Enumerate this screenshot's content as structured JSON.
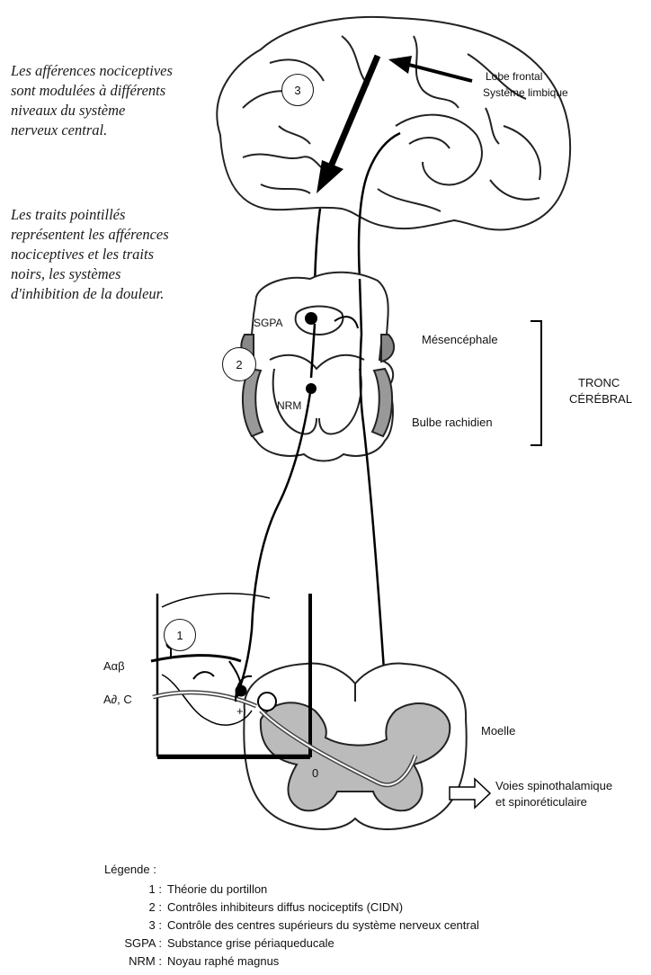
{
  "notes": {
    "modulation": [
      "Les afférences nociceptives",
      "sont modulées à différents",
      "niveaux du système",
      "nerveux central."
    ],
    "dotted": [
      "Les traits pointillés",
      "représentent les afférences",
      "nociceptives et les traits",
      "noirs, les systèmes",
      "d'inhibition de la douleur."
    ]
  },
  "labels": {
    "lobe_frontal": "Lobe frontal",
    "systeme_limbique": "Système limbique",
    "sgpa": "SGPA",
    "nrm": "NRM",
    "mesencephale": "Mésencéphale",
    "bulbe": "Bulbe rachidien",
    "tronc": "TRONC",
    "cerebral": "CÉRÉBRAL",
    "aab": "Aαβ",
    "adc": "A∂, C",
    "moelle": "Moelle",
    "voies_1": "Voies spinothalamique",
    "voies_2": "et spinoréticulaire",
    "plus": "+",
    "zero": "0"
  },
  "markers": {
    "one": "1",
    "two": "2",
    "three": "3"
  },
  "legend": {
    "title": "Légende :",
    "items": [
      {
        "key": "1 :",
        "text": "Théorie du portillon"
      },
      {
        "key": "2 :",
        "text": "Contrôles inhibiteurs diffus nociceptifs (CIDN)"
      },
      {
        "key": "3 :",
        "text": "Contrôle des centres supérieurs du système nerveux central"
      },
      {
        "key": "SGPA :",
        "text": "Substance grise périaqueducale"
      },
      {
        "key": "NRM :",
        "text": "Noyau raphé magnus"
      }
    ]
  }
}
